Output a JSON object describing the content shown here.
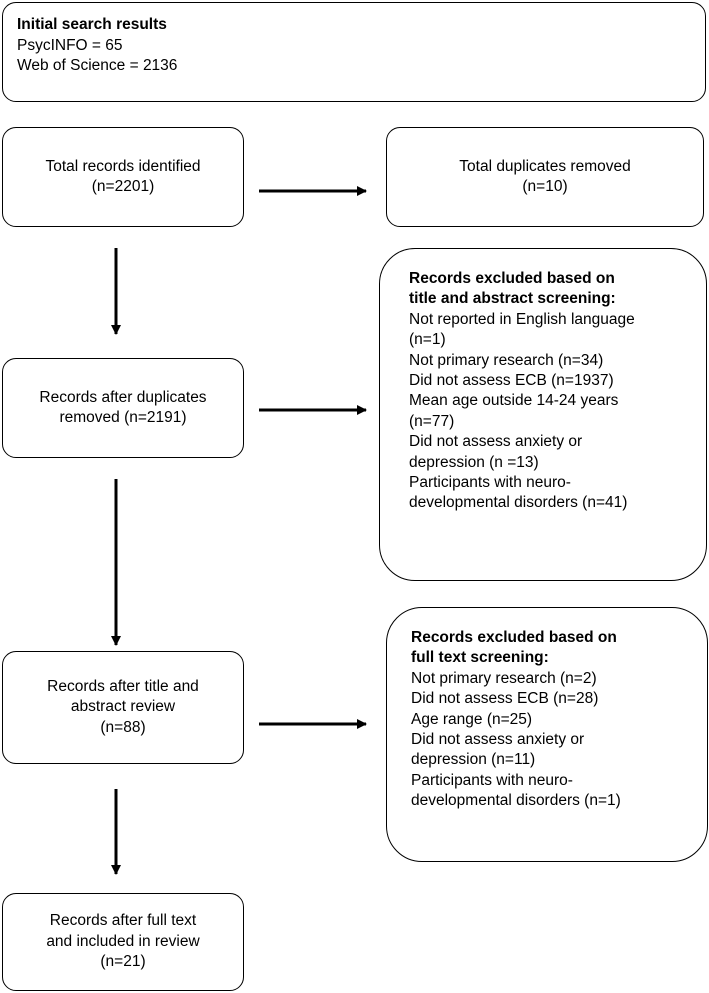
{
  "initial": {
    "title": "Initial search results",
    "lines": [
      "PsycINFO = 65",
      "Web of Science = 2136"
    ]
  },
  "total": {
    "lines": [
      "Total records identified",
      "(n=2201)"
    ]
  },
  "duplicates": {
    "lines": [
      "Total duplicates removed",
      "(n=10)"
    ]
  },
  "after_dup": {
    "lines": [
      "Records after duplicates",
      "removed (n=2191)"
    ]
  },
  "excluded_title": {
    "title_lines": [
      "Records excluded based on",
      "title and abstract screening:"
    ],
    "lines": [
      "Not reported in English language",
      "(n=1)",
      "Not primary research (n=34)",
      "Did not assess ECB (n=1937)",
      "Mean age outside 14-24 years",
      "(n=77)",
      "Did not assess anxiety or",
      "depression (n =13)",
      "Participants with neuro-",
      "developmental disorders (n=41)"
    ]
  },
  "after_title": {
    "lines": [
      "Records after title and",
      "abstract review",
      "(n=88)"
    ]
  },
  "excluded_full": {
    "title_lines": [
      "Records excluded based on",
      "full text screening:"
    ],
    "lines": [
      "Not primary research (n=2)",
      "Did not assess ECB (n=28)",
      "Age range (n=25)",
      "Did not assess anxiety or",
      "depression (n=11)",
      "Participants with neuro-",
      "developmental disorders (n=1)"
    ]
  },
  "final": {
    "lines": [
      "Records after full text",
      "and included in review",
      "(n=21)"
    ]
  }
}
